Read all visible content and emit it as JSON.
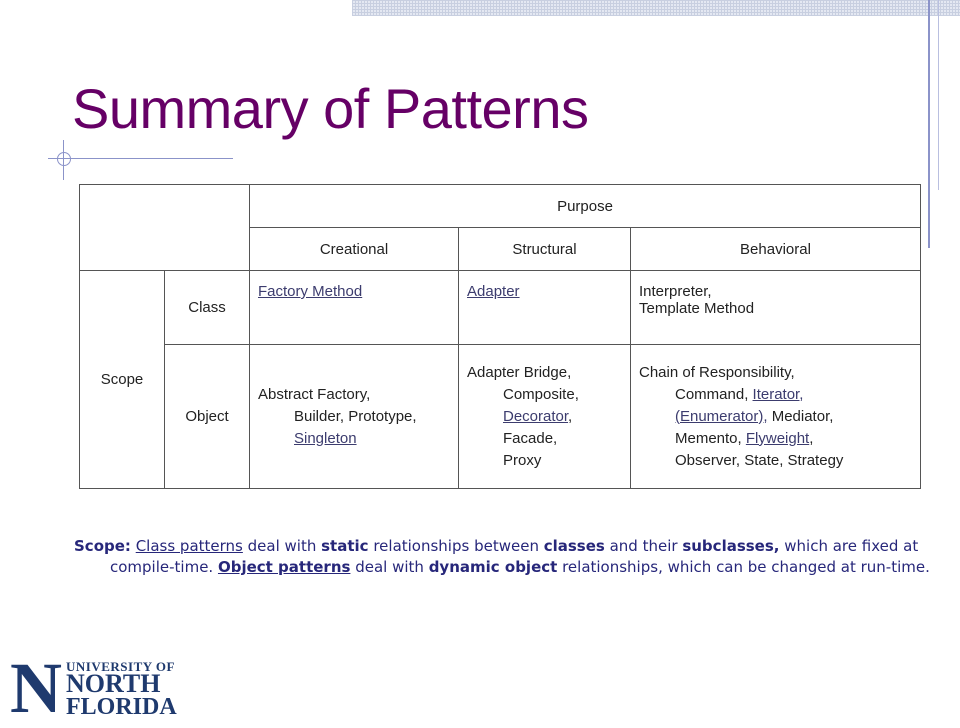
{
  "slide": {
    "title": "Summary of Patterns"
  },
  "table": {
    "purpose_label": "Purpose",
    "creational_label": "Creational",
    "structural_label": "Structural",
    "behavioral_label": "Behavioral",
    "scope_label": "Scope",
    "class_label": "Class",
    "object_label": "Object",
    "class_creational": "Factory Method",
    "class_structural": "Adapter",
    "class_behavioral_1": "Interpreter,",
    "class_behavioral_2": "Template Method",
    "obj_creational_1": "Abstract Factory,",
    "obj_creational_2": "Builder, Prototype,",
    "obj_creational_3": "Singleton",
    "obj_structural_1": "Adapter Bridge,",
    "obj_structural_2": "Composite,",
    "obj_structural_3a": "Decorator",
    "obj_structural_3b": ",",
    "obj_structural_4": "Facade,",
    "obj_structural_5": "Proxy",
    "obj_behavioral_1": "Chain of Responsibility,",
    "obj_behavioral_2a": "Command, ",
    "obj_behavioral_2b": "Iterator,",
    "obj_behavioral_3a": "(Enumerator),",
    "obj_behavioral_3b": " Mediator,",
    "obj_behavioral_4a": "Memento, ",
    "obj_behavioral_4b": "Flyweight",
    "obj_behavioral_4c": ",",
    "obj_behavioral_5": "Observer, State, Strategy"
  },
  "note": {
    "p1": "Scope:",
    "p2": "Class patterns",
    "p3": " deal with ",
    "p4": "static",
    "p5": " relationships between ",
    "p6": "classes",
    "p7": " and their ",
    "p8": "subclasses,",
    "p9": " which are fixed at compile-time. ",
    "p10": "Object patterns",
    "p11": " deal with ",
    "p12": "dynamic object",
    "p13": " relationships, which can be changed at run-time."
  },
  "logo": {
    "big_letter": "N",
    "line1": "UNIVERSITY OF",
    "line2": "NORTH",
    "line3": "FLORIDA"
  },
  "colors": {
    "title": "#660066",
    "note_text": "#27277a",
    "accent_lines": "#8b93c9",
    "logo": "#1f3a6e"
  }
}
